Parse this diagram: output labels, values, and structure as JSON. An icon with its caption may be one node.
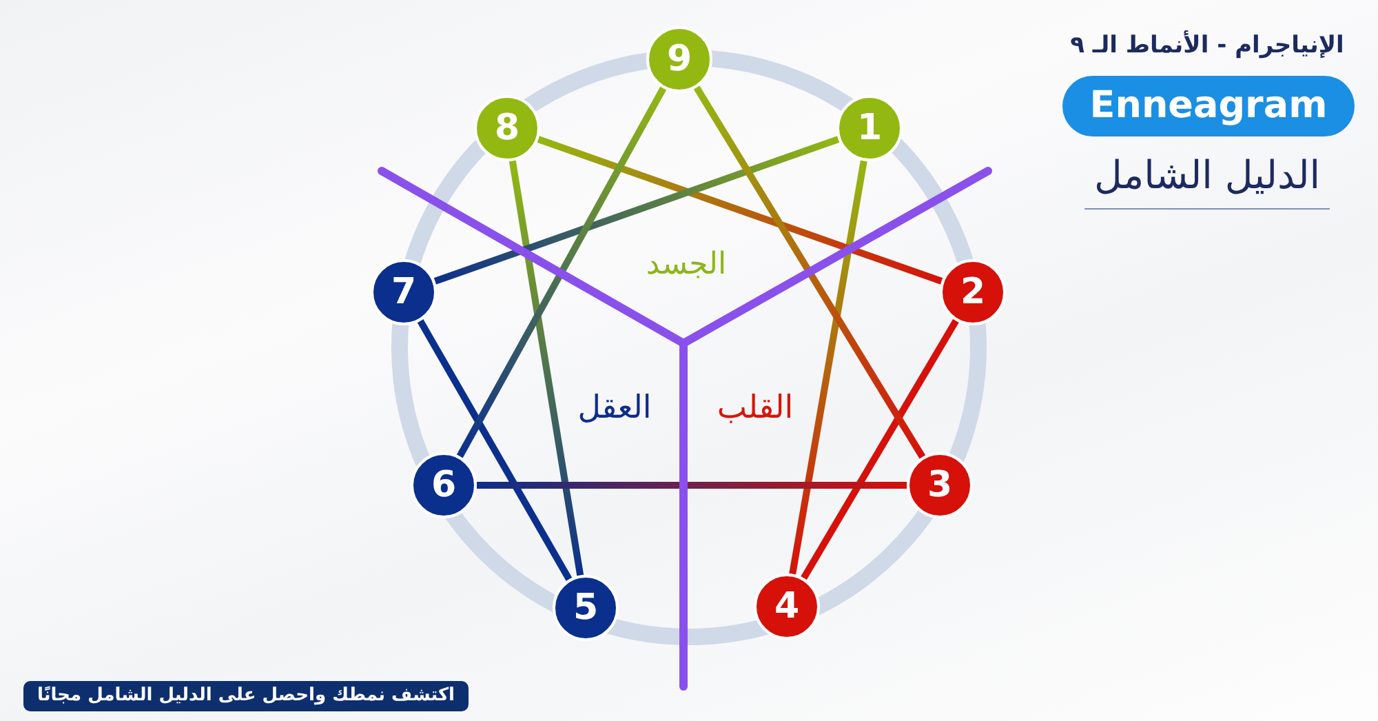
{
  "diagram": {
    "nodes": [
      {
        "text": [
          "1"
        ]
      },
      {
        "text": [
          "2"
        ]
      },
      {
        "text": [
          "3"
        ]
      },
      {
        "text": [
          "4"
        ]
      },
      {
        "text": [
          "5"
        ]
      },
      {
        "text": [
          "6"
        ]
      },
      {
        "text": [
          "7"
        ]
      },
      {
        "text": [
          "8"
        ]
      },
      {
        "text": [
          "9"
        ]
      }
    ],
    "edges": [
      {
        "from": 0,
        "to": 3,
        "arrow": "none"
      },
      {
        "from": 3,
        "to": 1,
        "arrow": "none"
      },
      {
        "from": 1,
        "to": 7,
        "arrow": "none"
      },
      {
        "from": 7,
        "to": 4,
        "arrow": "none"
      },
      {
        "from": 4,
        "to": 6,
        "arrow": "none"
      },
      {
        "from": 6,
        "to": 0,
        "arrow": "none"
      },
      {
        "from": 8,
        "to": 2,
        "arrow": "none"
      },
      {
        "from": 2,
        "to": 5,
        "arrow": "none"
      },
      {
        "from": 5,
        "to": 8,
        "arrow": "none"
      }
    ],
    "labels": [
      "الإنياجرام - الأنماط الـ ٩",
      "Enneagram",
      "الدليل الشامل",
      "الجسد",
      "القلب",
      "العقل",
      "اكتشف نمطك واحصل على الدليل الشامل مجانًا"
    ]
  }
}
